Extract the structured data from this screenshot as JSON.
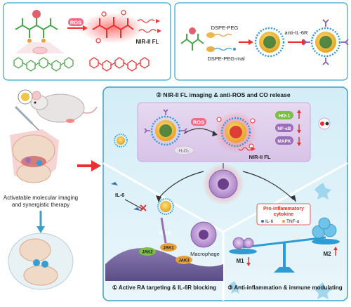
{
  "top_left": {
    "ros_label": "ROS",
    "nir_label": "NIR-II FL"
  },
  "top_right": {
    "dspe_peg": "DSPE-PEG",
    "dspe_peg_mal": "DSPE-PEG-mal",
    "anti_il6r": "anti-IL-6R"
  },
  "left_panel": {
    "caption_line1": "Activatable molecular imaging",
    "caption_line2": "and synergistic therapy"
  },
  "panel2": {
    "title": "② NIR-II FL imaging & anti-ROS and CO release",
    "ros": "ROS",
    "h2o2": "H₂O₂",
    "nir": "NIR-II FL",
    "ho1": "HO-1",
    "nfkb": "NF-κB",
    "mapk": "MAPK"
  },
  "panel1": {
    "title": "① Active RA targeting & IL-6R blocking",
    "il6": "IL-6",
    "il6r": "IL-6R",
    "jak1": "JAK1",
    "jak2": "JAK2",
    "jak3": "JAK3",
    "macrophage": "Macrophage"
  },
  "panel3": {
    "title": "③ Anti-inflammation & immune modulating",
    "cytokine_line1": "Pro-inflammatory",
    "cytokine_line2": "cytokine",
    "il6": "IL-6",
    "tnfa": "TNF-α",
    "m1": "M1",
    "m2": "M2"
  },
  "colors": {
    "frame_blue": "#3aa0c8",
    "panel_bg": "#dff1f8",
    "nir_red": "#e83a3a",
    "arrow_red": "#e8322f",
    "ros_pink": "#f06b86",
    "purple": "#9b6fb8",
    "green": "#5cb85c"
  }
}
